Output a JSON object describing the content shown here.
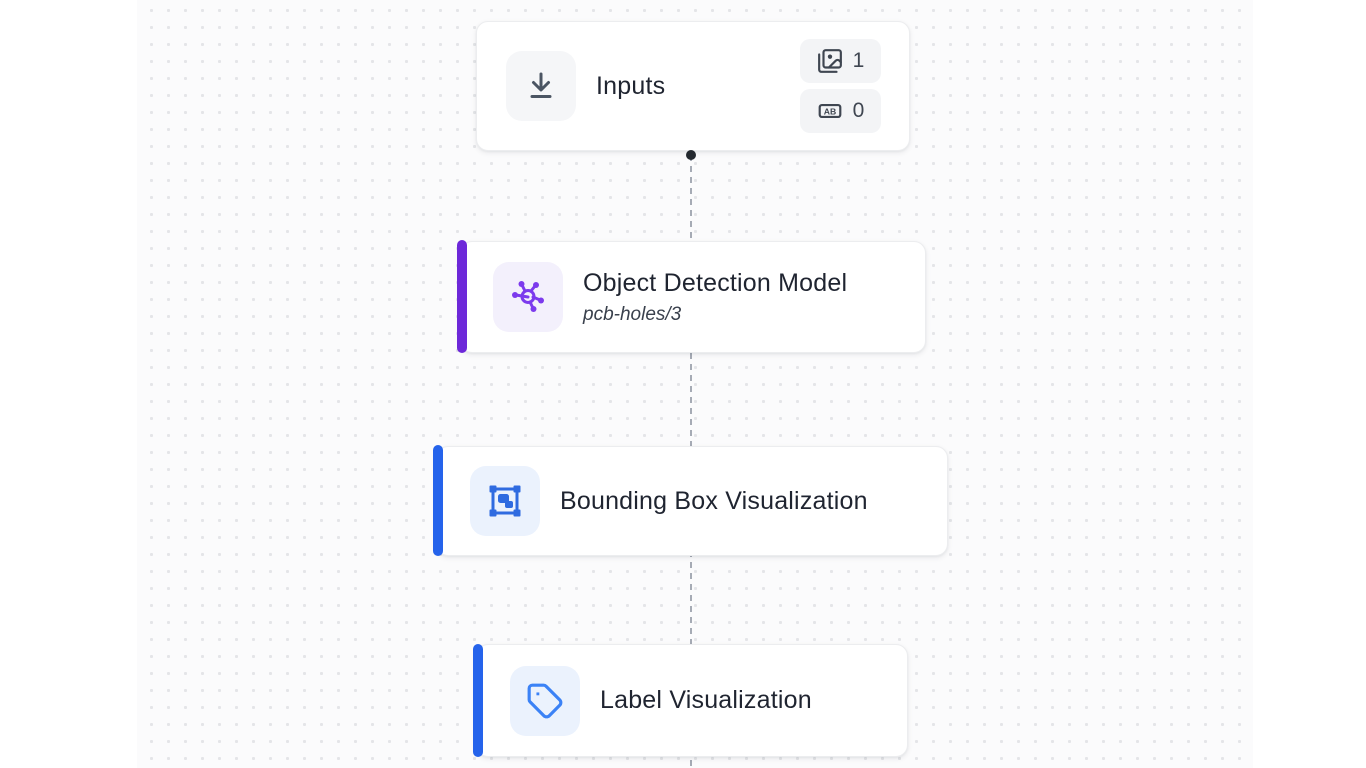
{
  "workflow": {
    "nodes": [
      {
        "id": "inputs",
        "title": "Inputs",
        "icon": "download-icon",
        "badges": [
          {
            "icon": "images-icon",
            "count": "1"
          },
          {
            "icon": "text-field-icon",
            "count": "0"
          }
        ]
      },
      {
        "id": "object-detection-model",
        "title": "Object Detection Model",
        "subtitle": "pcb-holes/3",
        "icon": "model-molecule-icon",
        "accent_color": "#6D28D9"
      },
      {
        "id": "bounding-box-visualization",
        "title": "Bounding Box Visualization",
        "icon": "bounding-box-icon",
        "accent_color": "#2563EB"
      },
      {
        "id": "label-visualization",
        "title": "Label Visualization",
        "icon": "tag-icon",
        "accent_color": "#2563EB"
      }
    ],
    "edges": [
      {
        "from": "inputs",
        "to": "object-detection-model",
        "style": "dashed"
      },
      {
        "from": "object-detection-model",
        "to": "bounding-box-visualization",
        "style": "dashed"
      },
      {
        "from": "bounding-box-visualization",
        "to": "label-visualization",
        "style": "dashed"
      }
    ],
    "colors": {
      "model_accent": "#6D28D9",
      "model_icon": "#7C3AED",
      "visualization_accent": "#2563EB",
      "visualization_icon": "#3B82F6",
      "edge_line": "#A6ABB5",
      "canvas_dot": "#E4E5E8"
    }
  }
}
